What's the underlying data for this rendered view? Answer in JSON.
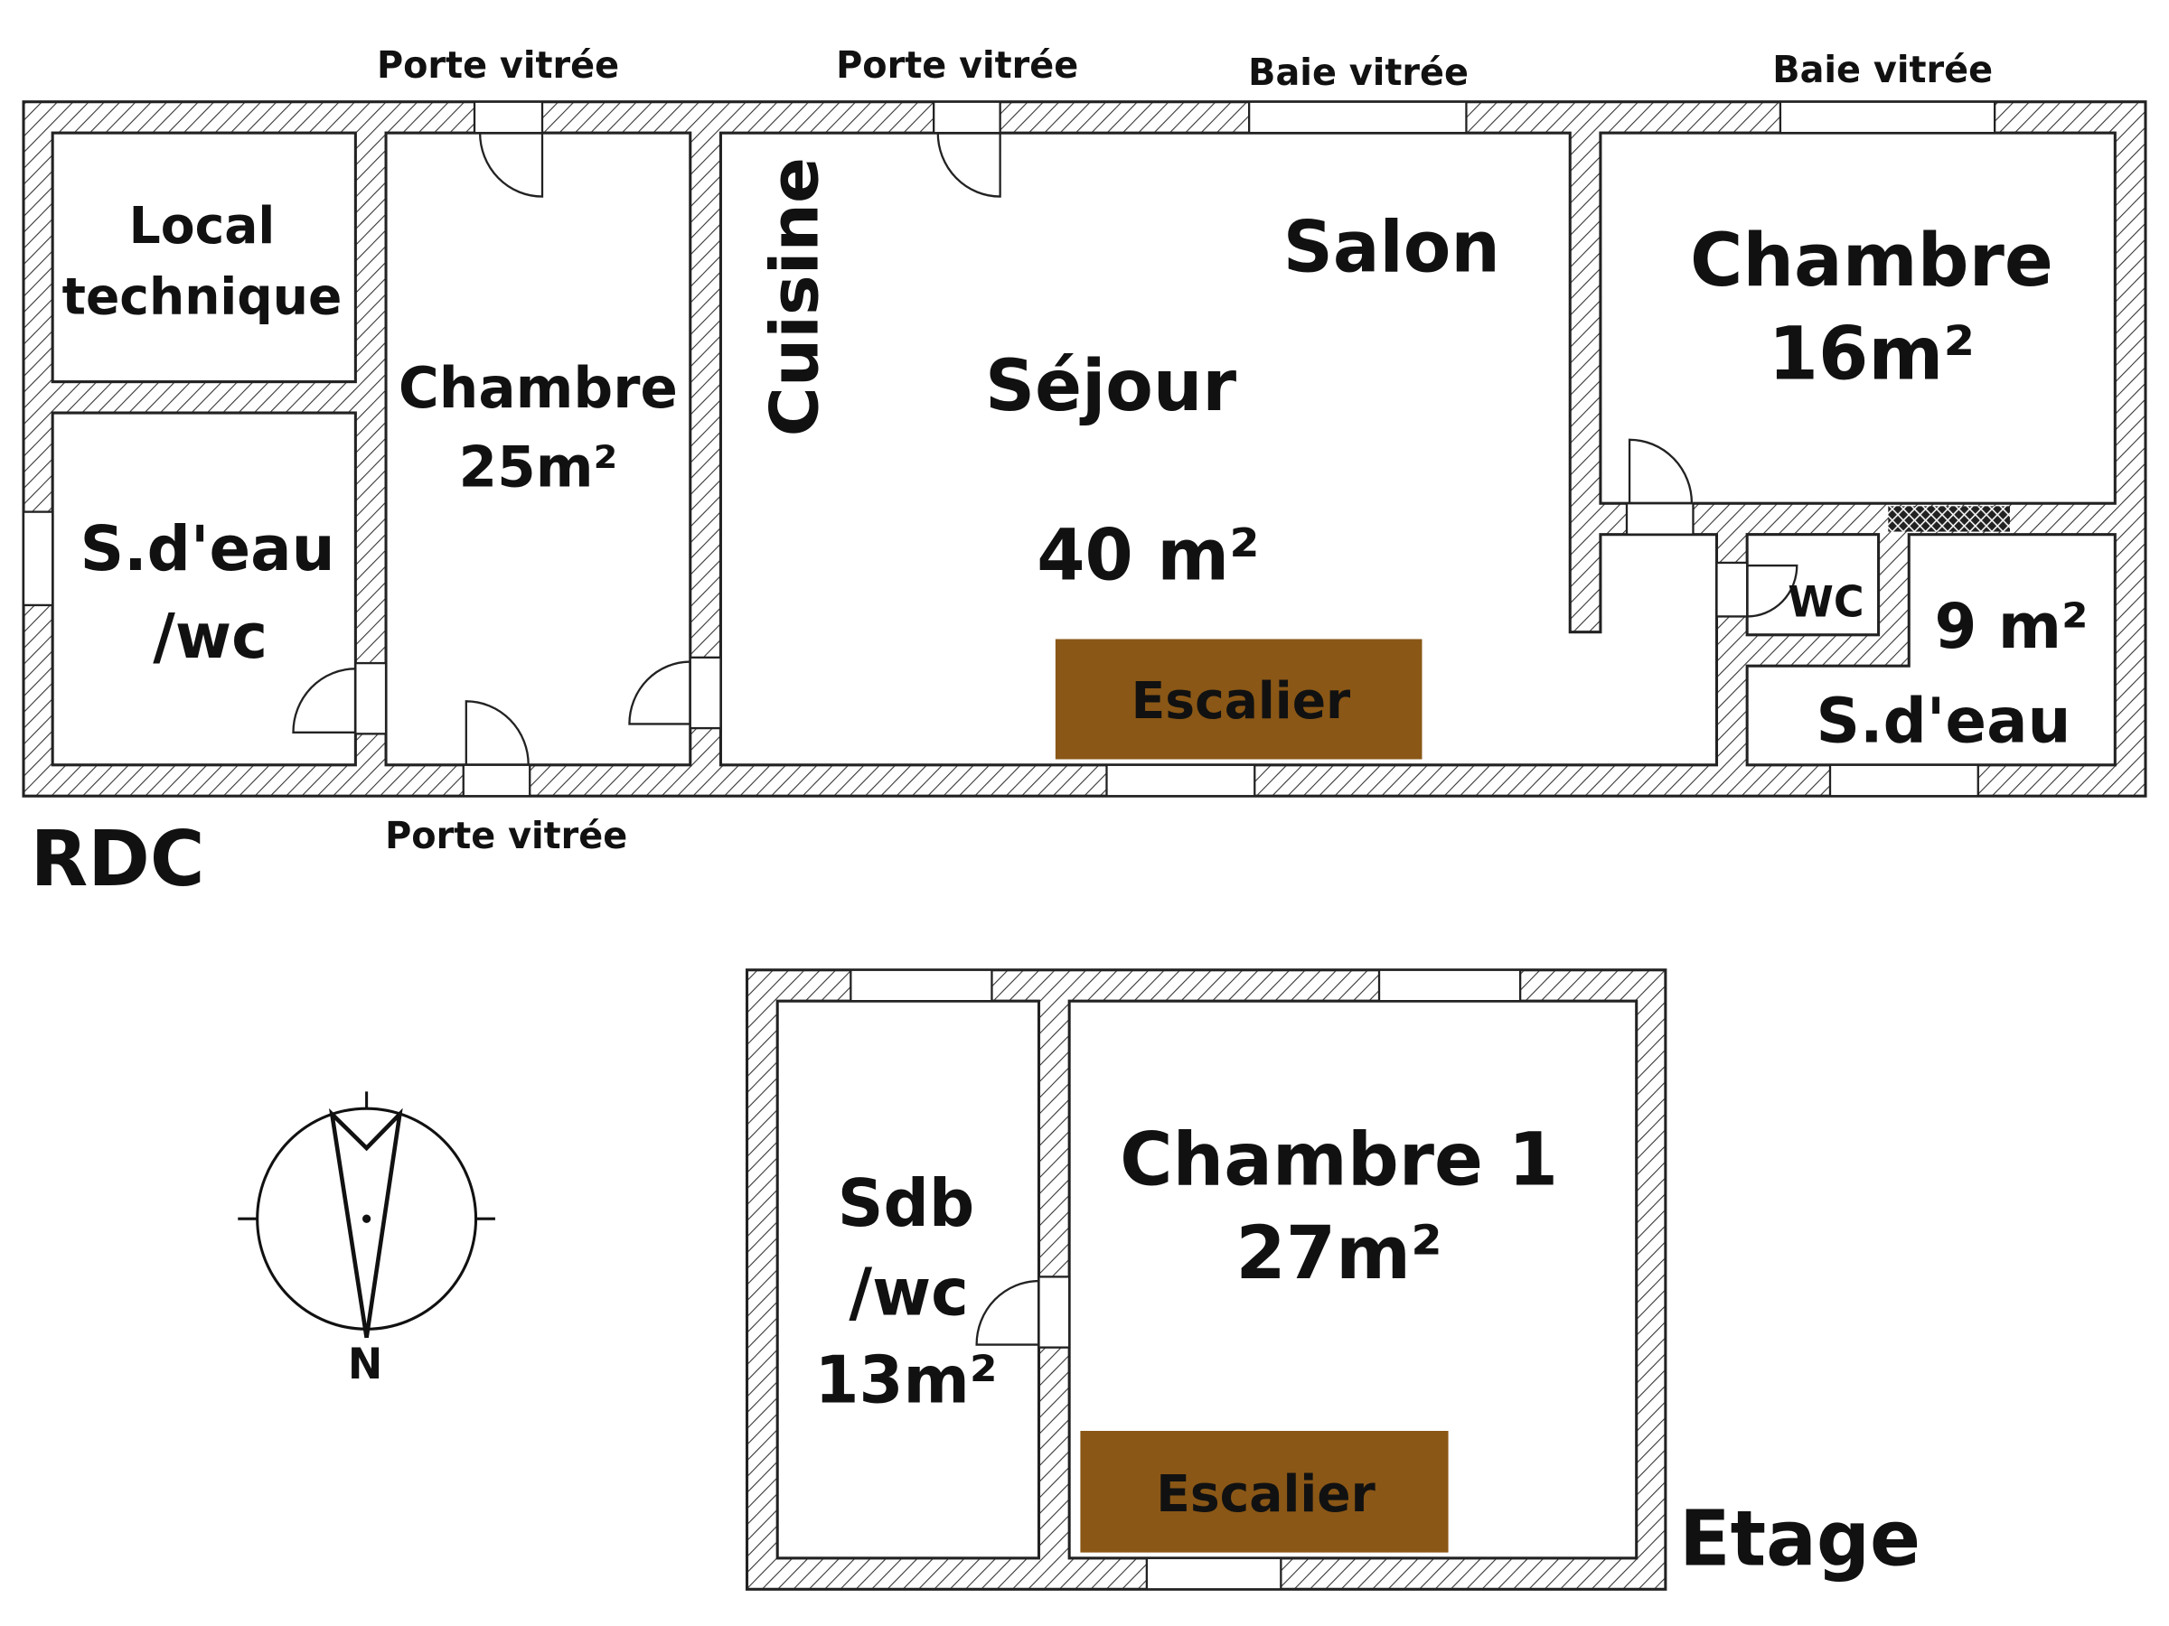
{
  "rdc": {
    "title": "RDC",
    "rooms": {
      "local_technique": [
        "Local",
        "technique"
      ],
      "sdeau_wc": [
        "S.d'eau",
        "/wc"
      ],
      "chambre_25": [
        "Chambre",
        "25m²"
      ],
      "cuisine": "Cuisine",
      "salon": "Salon",
      "sejour": "Séjour",
      "sejour_area": "40 m²",
      "chambre_16": [
        "Chambre",
        "16m²"
      ],
      "wc": "WC",
      "sdeau_9": [
        "9 m²",
        "S.d'eau"
      ],
      "escalier": "Escalier"
    },
    "openings": {
      "porte_vitree_1": "Porte vitrée",
      "porte_vitree_2": "Porte vitrée",
      "baie_vitree_1": "Baie vitrée",
      "baie_vitree_2": "Baie vitrée",
      "porte_vitree_bottom": "Porte vitrée"
    }
  },
  "etage": {
    "title": "Etage",
    "rooms": {
      "sdb": [
        "Sdb",
        "/wc",
        "13m²"
      ],
      "chambre_1": [
        "Chambre 1",
        "27m²"
      ],
      "escalier": "Escalier"
    }
  },
  "compass": {
    "label": "N"
  },
  "colors": {
    "stairs": "#8a5716",
    "wall": "#222222"
  }
}
